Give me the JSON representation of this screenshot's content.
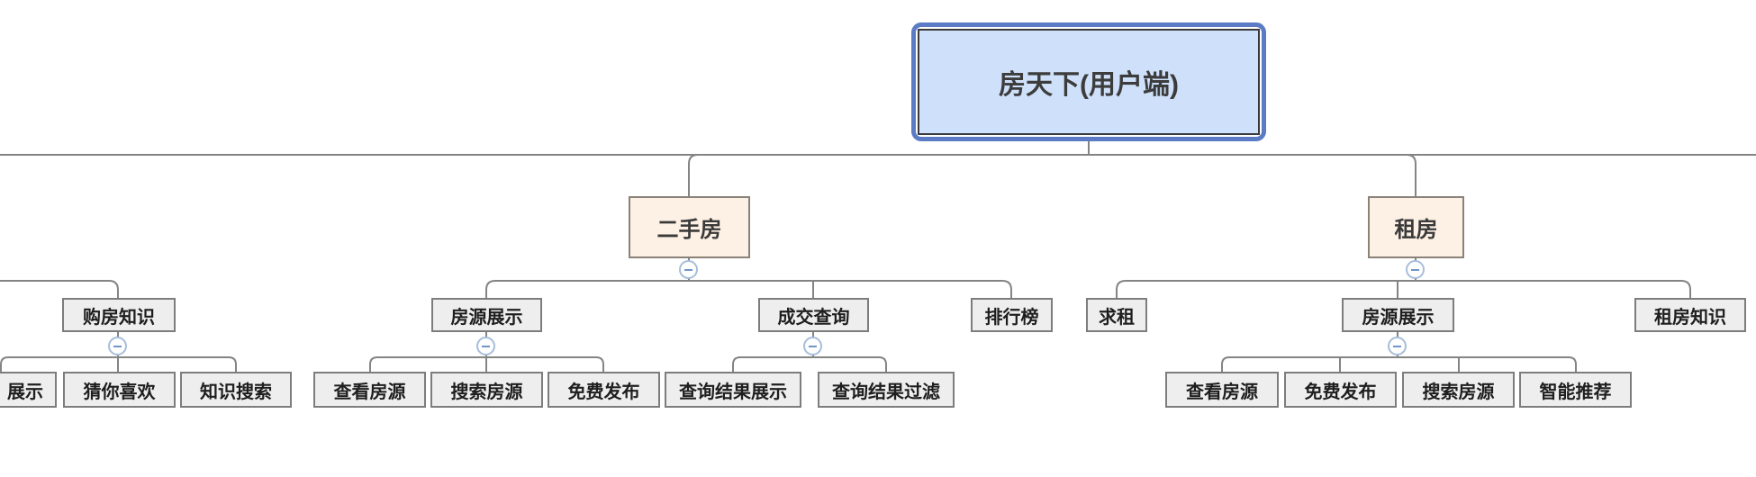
{
  "diagram": {
    "type": "mindmap-logic-chart",
    "colors": {
      "root_fill": "#cfe1fa",
      "root_border": "#5b7cc4",
      "root_inner_border": "#3a3a3a",
      "branch_fill": "#fdf0e5",
      "branch_border": "#8a8178",
      "topic_fill": "#eeeeee",
      "topic_border": "#7d7d7d",
      "connector": "#848484",
      "collapse_ring": "#a6bedb",
      "collapse_minus": "#6e96c9"
    },
    "tree": {
      "root": {
        "label": "房天下(用户端)"
      },
      "cutoff_branch": {
        "node": {
          "label": "购房知识"
        },
        "children": [
          {
            "label": "展示",
            "cut_off_at_left_edge": true
          },
          {
            "label": "猜你喜欢"
          },
          {
            "label": "知识搜索"
          }
        ]
      },
      "branches": [
        {
          "label": "二手房",
          "children": [
            {
              "label": "房源展示",
              "children": [
                {
                  "label": "查看房源"
                },
                {
                  "label": "搜索房源"
                },
                {
                  "label": "免费发布"
                }
              ]
            },
            {
              "label": "成交查询",
              "children": [
                {
                  "label": "查询结果展示"
                },
                {
                  "label": "查询结果过滤"
                }
              ]
            },
            {
              "label": "排行榜"
            }
          ]
        },
        {
          "label": "租房",
          "children": [
            {
              "label": "求租"
            },
            {
              "label": "房源展示",
              "children": [
                {
                  "label": "查看房源"
                },
                {
                  "label": "免费发布"
                },
                {
                  "label": "搜索房源"
                },
                {
                  "label": "智能推荐"
                }
              ]
            },
            {
              "label": "租房知识"
            }
          ]
        }
      ]
    }
  }
}
